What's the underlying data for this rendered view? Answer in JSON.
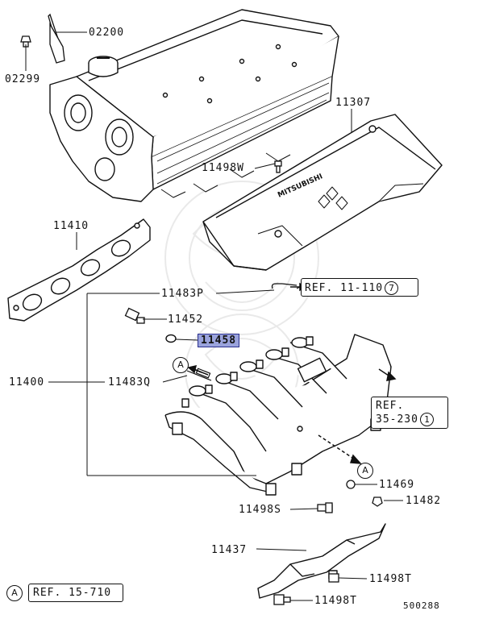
{
  "parts": {
    "p02200": "02200",
    "p02299": "02299",
    "p11307": "11307",
    "p11498w": "11498W",
    "p11410": "11410",
    "p11483p": "11483P",
    "p11452": "11452",
    "p11458": "11458",
    "p11400": "11400",
    "p11483q": "11483Q",
    "p11469": "11469",
    "p11482": "11482",
    "p11498s": "11498S",
    "p11437": "11437",
    "p11498t_a": "11498T",
    "p11498t_b": "11498T"
  },
  "refs": {
    "ref1_text": "REF. 11-110",
    "ref1_num": "7",
    "ref2_line1": "REF.",
    "ref2_line2": "35-230",
    "ref2_num": "1",
    "ref3_marker": "A",
    "ref3_text": "REF. 15-710"
  },
  "markers": {
    "a1": "A",
    "a2": "A"
  },
  "cover_brand": "MITSUBISHI",
  "diagram_number": "500288",
  "colors": {
    "highlight": "#9aa3dc",
    "line": "#111111"
  }
}
